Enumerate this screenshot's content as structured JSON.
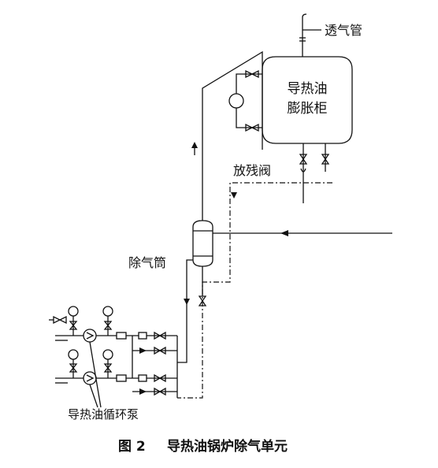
{
  "labels": {
    "vent_pipe": "透气管",
    "expansion_tank_line1": "导热油",
    "expansion_tank_line2": "膨胀柜",
    "drain_valve": "放残阀",
    "deaerator": "除气筒",
    "circulation_pump": "导热油循环泵"
  },
  "caption": {
    "number": "图 2",
    "title": "导热油锅炉除气单元"
  },
  "icons": {
    "flow_arrow": "arrow-icon",
    "valve": "bowtie-valve-icon",
    "gauge": "pressure-gauge-icon",
    "pump": "pump-icon",
    "filter": "filter-icon"
  }
}
